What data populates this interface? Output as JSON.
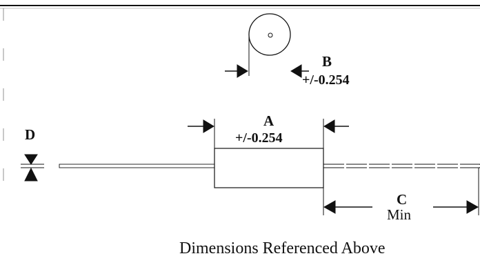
{
  "labels": {
    "b_letter": "B",
    "b_tolerance": "+/-0.254",
    "a_letter": "A",
    "a_tolerance": "+/-0.254",
    "d_letter": "D",
    "c_letter": "C",
    "c_qualifier": "Min"
  },
  "caption": "Dimensions Referenced Above",
  "colors": {
    "ink": "#111111",
    "background": "#ffffff"
  }
}
